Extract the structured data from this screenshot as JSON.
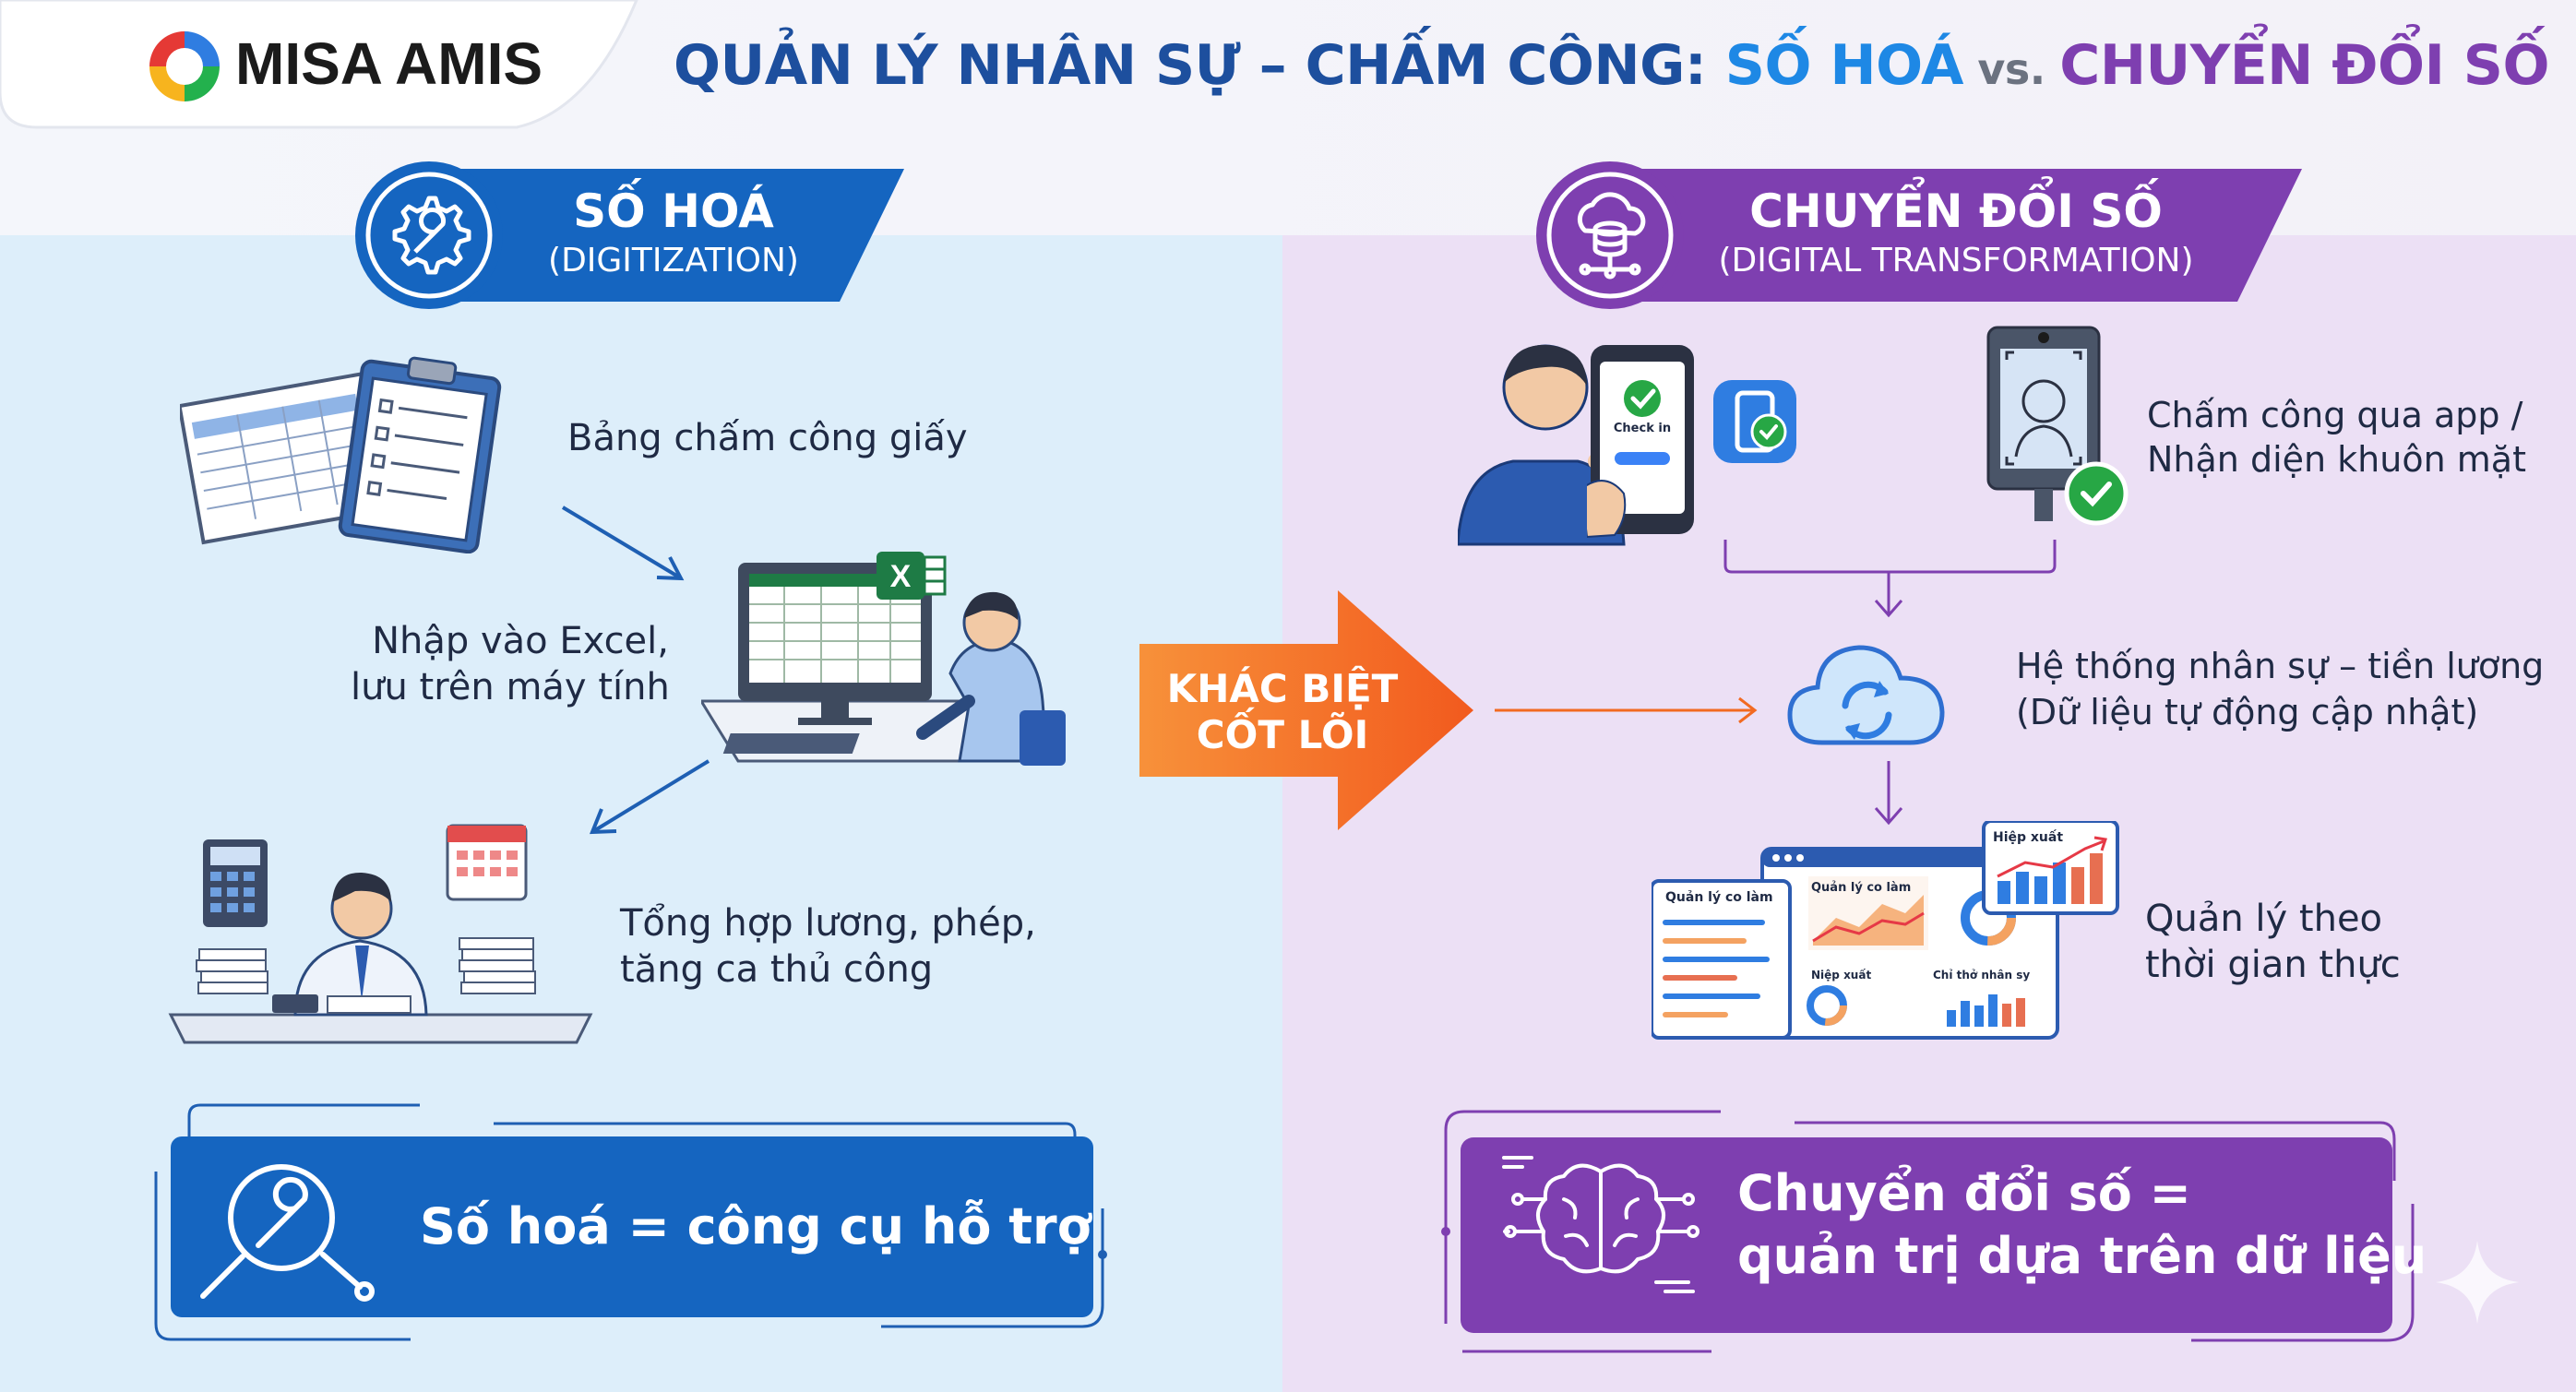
{
  "logo": {
    "brand": "MISA AMIS"
  },
  "title": {
    "part1": "QUẢN LÝ NHÂN SỰ – CHẤM CÔNG: ",
    "part2": "SỐ HOÁ",
    "part3": " vs. ",
    "part4": "CHUYỂN ĐỔI SỐ"
  },
  "left": {
    "header_title": "SỐ HOÁ",
    "header_subtitle": "(DIGITIZATION)",
    "step1": "Bảng chấm công giấy",
    "step2_line1": "Nhập vào Excel,",
    "step2_line2": "lưu trên máy tính",
    "step3_line1": "Tổng hợp lương, phép,",
    "step3_line2": "tăng ca thủ công",
    "summary": "Số hoá = công cụ hỗ trợ"
  },
  "center": {
    "line1": "KHÁC BIỆT",
    "line2": "CỐT LÕI"
  },
  "right": {
    "header_title": "CHUYỂN ĐỔI SỐ",
    "header_subtitle": "(DIGITAL TRANSFORMATION)",
    "phone_label": "Check in",
    "step1_line1": "Chấm công qua app /",
    "step1_line2": "Nhận diện khuôn mặt",
    "step2_line1": "Hệ thống nhân sự – tiền lương",
    "step2_line2": "(Dữ liệu tự động cập nhật)",
    "step3_line1": "Quản lý theo",
    "step3_line2": "thời gian thực",
    "dash_label1": "Quản lý co làm",
    "dash_label2": "Quản lý co làm",
    "dash_label3": "Hiệp xuất",
    "dash_label4": "Niệp xuất",
    "dash_label5": "Chỉ thở nhân sy",
    "summary_line1": "Chuyển đổi số =",
    "summary_line2": "quản trị dựa trên dữ liệu"
  },
  "colors": {
    "blue": "#1565c0",
    "purple": "#7e3fb0",
    "orange": "#f26a21",
    "left_bg": "#ddeefa",
    "right_bg": "#ece0f5",
    "text": "#1f2a44"
  }
}
